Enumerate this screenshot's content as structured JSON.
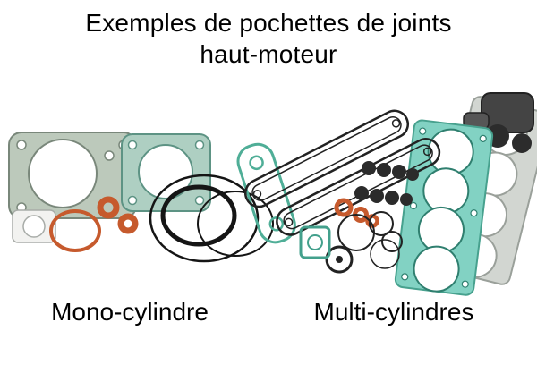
{
  "page": {
    "title_line1": "Exemples de pochettes de joints",
    "title_line2": "haut-moteur",
    "caption_left": "Mono-cylindre",
    "caption_right": "Multi-cylindres"
  },
  "illustration": {
    "left_photo": "mono-cylinder-gasket-set-photo",
    "right_photo": "multi-cylinder-gasket-set-photo"
  },
  "colors": {
    "background": "#ffffff",
    "text": "#000000",
    "gasket_teal": "#82d2c3",
    "gasket_green_gray": "#bcc9bb",
    "seal_orange": "#c65a2d",
    "ring_black": "#151515",
    "metal_dark": "#3f3f3f"
  }
}
